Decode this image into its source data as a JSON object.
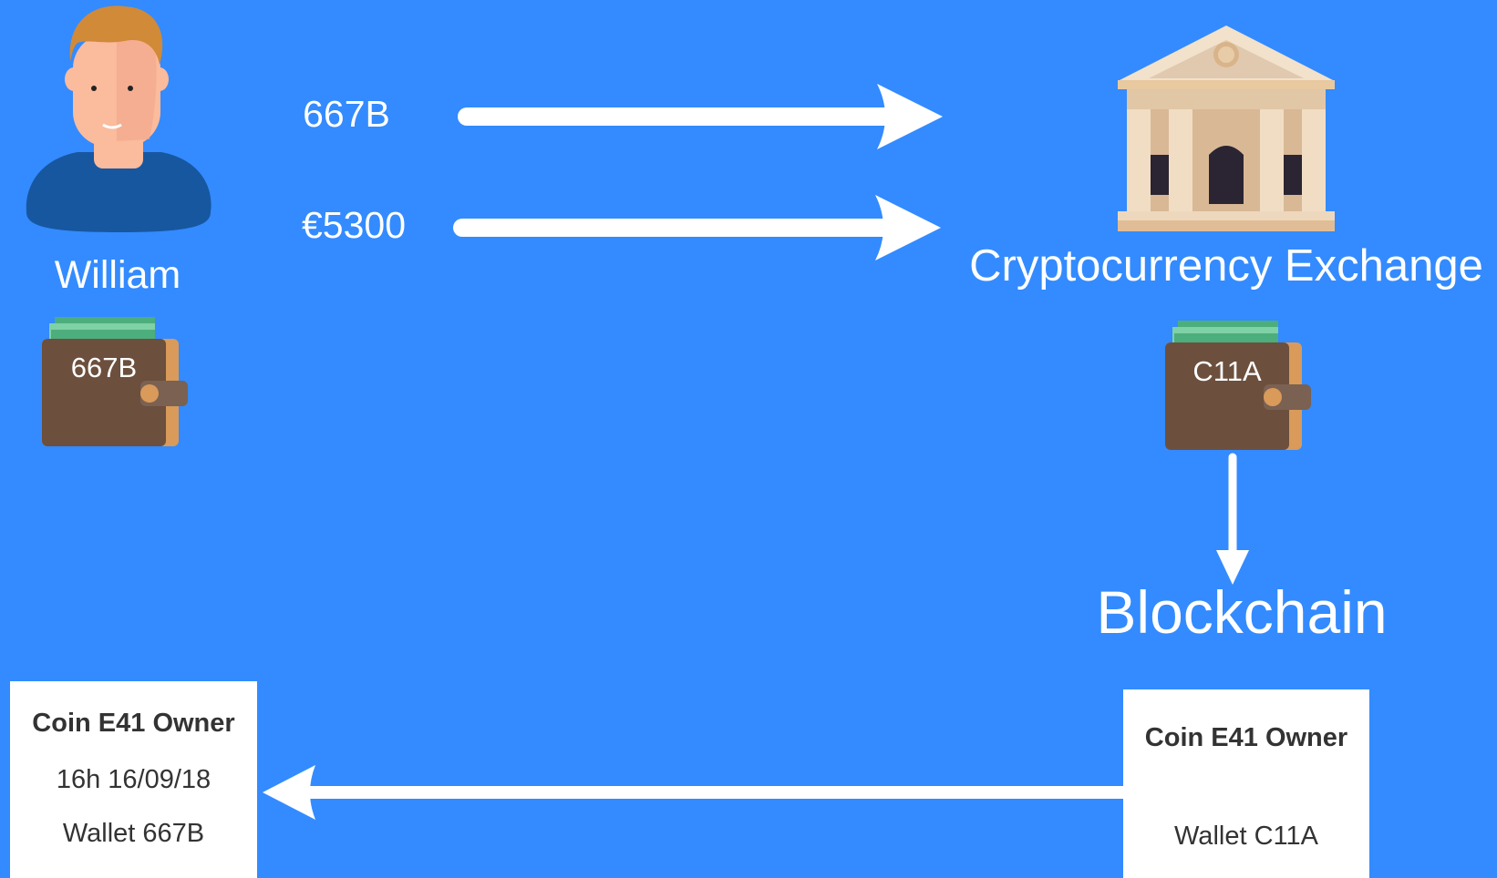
{
  "colors": {
    "background": "#338bff",
    "foreground": "#ffffff",
    "card_text": "#333333"
  },
  "person": {
    "name": "William",
    "icon": "person-icon"
  },
  "exchange": {
    "name": "Cryptocurrency Exchange",
    "icon": "bank-icon"
  },
  "transfers": [
    {
      "label": "667B"
    },
    {
      "label": "€5300"
    }
  ],
  "wallets": {
    "william": {
      "id": "667B",
      "icon": "wallet-icon"
    },
    "exchange": {
      "id": "C11A",
      "icon": "wallet-icon"
    }
  },
  "blockchain": {
    "label": "Blockchain"
  },
  "records": {
    "left": {
      "title": "Coin E41 Owner",
      "time": "16h 16/09/18",
      "wallet": "Wallet 667B"
    },
    "right": {
      "title": "Coin E41 Owner",
      "wallet": "Wallet C11A"
    }
  }
}
